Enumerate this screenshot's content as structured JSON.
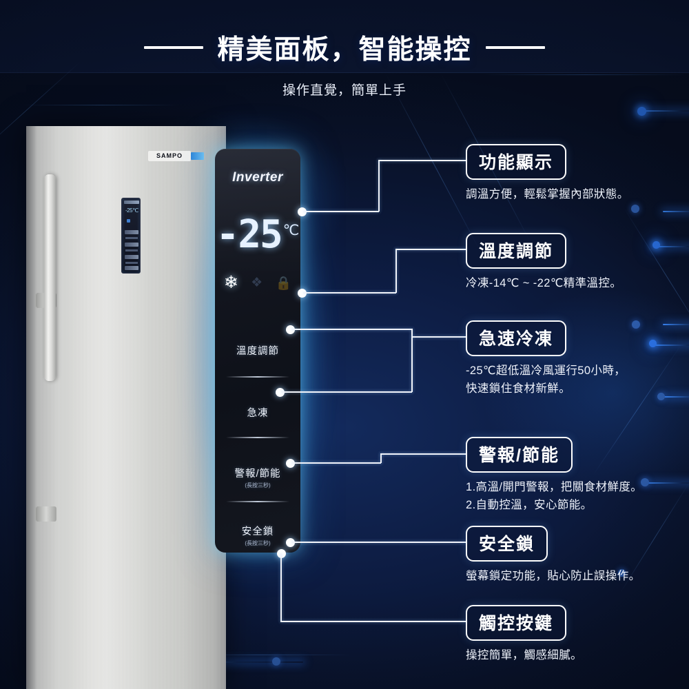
{
  "header": {
    "title": "精美面板，智能操控",
    "subtitle": "操作直覺，簡單上手"
  },
  "product": {
    "brand": "SAMPO",
    "panel": {
      "logo": "Inverter",
      "temperature": "-25",
      "unit": "℃",
      "icons": [
        "snowflake-icon",
        "fan-icon",
        "lock-icon"
      ],
      "buttons": [
        {
          "label": "溫度調節",
          "sub": ""
        },
        {
          "label": "急凍",
          "sub": ""
        },
        {
          "label": "警報/節能",
          "sub": "(長按三秒)"
        },
        {
          "label": "安全鎖",
          "sub": "(長按三秒)"
        }
      ]
    },
    "door_display": {
      "temperature": "-25℃"
    }
  },
  "callouts": [
    {
      "title": "功能顯示",
      "lines": [
        "調溫方便，輕鬆掌握內部狀態。"
      ]
    },
    {
      "title": "溫度調節",
      "lines": [
        "冷凍-14℃ ~ -22℃精準溫控。"
      ]
    },
    {
      "title": "急速冷凍",
      "lines": [
        "-25℃超低溫冷風運行50小時，",
        "快速鎖住食材新鮮。"
      ]
    },
    {
      "title": "警報/節能",
      "lines": [
        "1.高溫/開門警報，把關食材鮮度。",
        "2.自動控溫，安心節能。"
      ]
    },
    {
      "title": "安全鎖",
      "lines": [
        "螢幕鎖定功能，貼心防止誤操作。"
      ]
    },
    {
      "title": "觸控按鍵",
      "lines": [
        "操控簡單，觸感細膩。"
      ]
    }
  ],
  "colors": {
    "background": "#0d1c42",
    "accent": "#2a6fe0",
    "panel_glow": "#78e1ff",
    "text": "#ffffff"
  }
}
